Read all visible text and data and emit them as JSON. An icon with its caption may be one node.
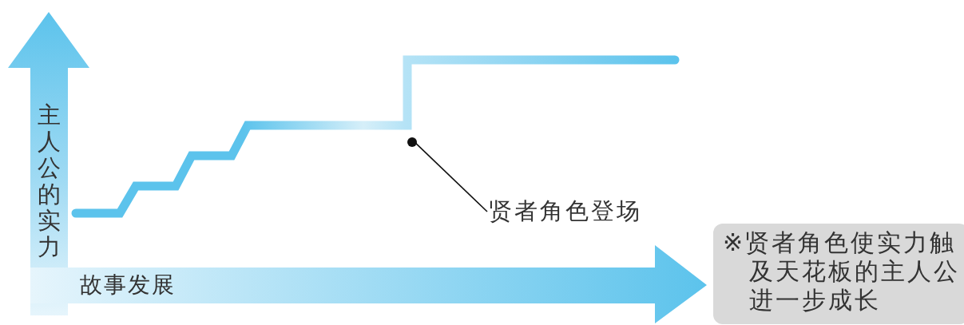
{
  "diagram": {
    "nodes": [
      {
        "text": [
          "贤者角色登场"
        ]
      },
      {
        "text": [],
        "shape": "circle"
      },
      {
        "text": [
          "※贤者角色使实力触及天花板的主人公进一步成长"
        ]
      }
    ],
    "edges": [
      {
        "from": 0,
        "to": 1,
        "arrow": "none"
      }
    ],
    "labels": [
      "主人公的实力",
      "故事发展"
    ]
  }
}
